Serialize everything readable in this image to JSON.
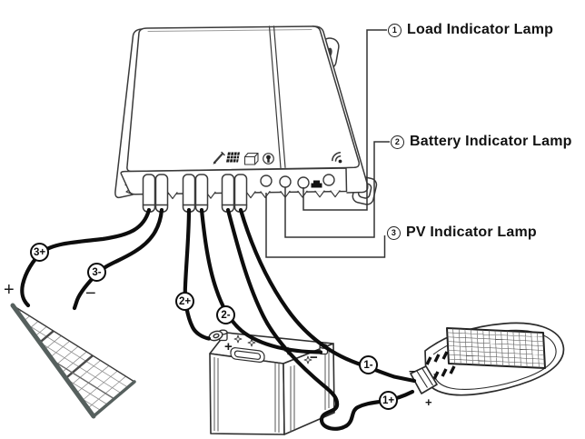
{
  "diagram_title": "charge-controller-wiring-diagram",
  "callouts": [
    {
      "num": "1",
      "label": "Load Indicator Lamp"
    },
    {
      "num": "2",
      "label": "Battery Indicator Lamp"
    },
    {
      "num": "3",
      "label": "PV Indicator Lamp"
    }
  ],
  "wire_tags": [
    {
      "label": "3+"
    },
    {
      "label": "3-"
    },
    {
      "label": "2+"
    },
    {
      "label": "2-"
    },
    {
      "label": "1-"
    },
    {
      "label": "1+"
    }
  ],
  "polarity": {
    "solar_plus": "+",
    "solar_minus": "−",
    "battery_plus": "+",
    "battery_minus": "−",
    "lamp_minus": "−",
    "lamp_plus": "+"
  },
  "icons": [
    "pen-icon",
    "pv-panel-icon",
    "battery-box-icon",
    "lamp-icon",
    "wifi-icon",
    "ethernet-port-icon",
    "led-indicator"
  ],
  "colors": {
    "line": "#3a3a3a",
    "wire": "#0d0d0d",
    "panel_edge": "#5c6b69",
    "background": "#ffffff"
  }
}
